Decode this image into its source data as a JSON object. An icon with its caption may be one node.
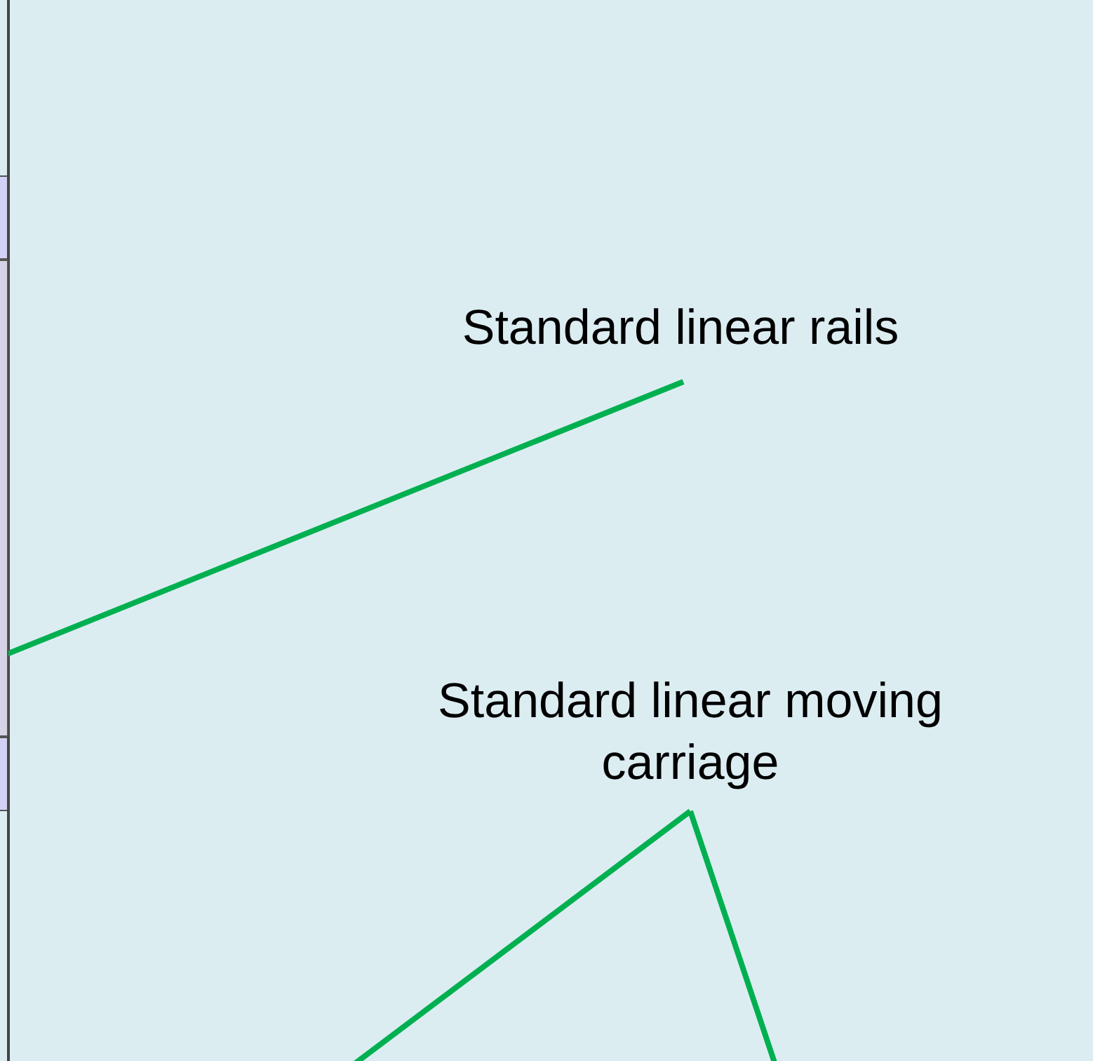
{
  "diagram": {
    "nodes": [
      {
        "text": [
          "Standard linear rails"
        ]
      },
      {
        "text": [],
        "shape": "bar"
      },
      {
        "text": [
          "Standard linear moving carriage"
        ]
      }
    ],
    "edges": [
      {
        "from": 0,
        "to": 1,
        "arrow": "none"
      },
      {
        "from": 2,
        "to": null,
        "arrow": "none"
      },
      {
        "from": 2,
        "to": null,
        "arrow": "none"
      }
    ]
  }
}
